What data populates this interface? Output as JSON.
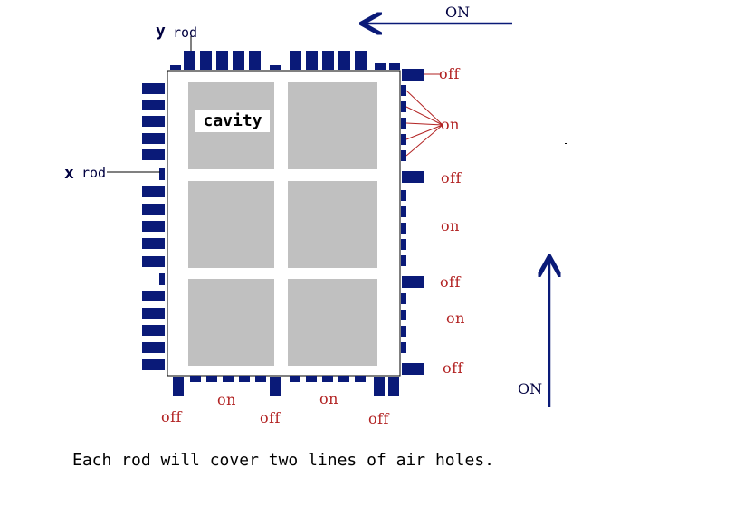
{
  "labels": {
    "y_rod_letter": "y",
    "y_rod_word": "rod",
    "x_rod_letter": "x",
    "x_rod_word": "rod",
    "cavity": "cavity",
    "on_top": "ON",
    "on_right": "ON",
    "caption": "Each rod will cover two lines of air holes."
  },
  "right_states": [
    "off",
    "on",
    "off",
    "on",
    "off",
    "on",
    "off"
  ],
  "bottom_states": [
    "off",
    "on",
    "off",
    "on",
    "off"
  ],
  "colors": {
    "rod": "#0a1a78",
    "cell": "#c0c0c0",
    "state_text": "#b22222",
    "arrow": "#0a1a78",
    "frame": "#000000"
  }
}
